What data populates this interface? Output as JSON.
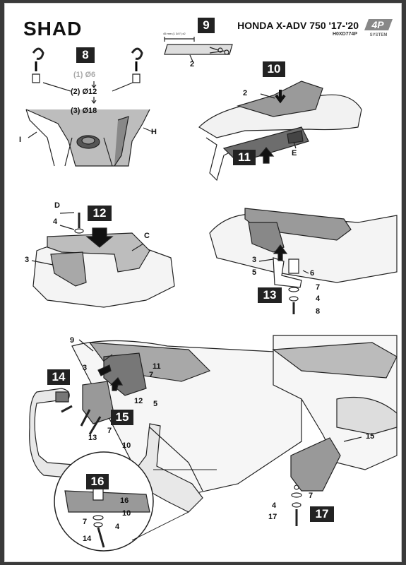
{
  "header": {
    "brand": "SHAD",
    "model": "HONDA X-ADV 750 '17-'20",
    "code": "H0XD774P",
    "badge_main": "4P",
    "badge_sub": "SYSTEM"
  },
  "steps": {
    "s8": "8",
    "s9": "9",
    "s10": "10",
    "s11": "11",
    "s12": "12",
    "s13": "13",
    "s14": "14",
    "s15": "15",
    "s16": "16",
    "s17": "17"
  },
  "step8": {
    "d1": "(1) Ø6",
    "d2": "(2) Ø12",
    "d3": "(3) Ø18",
    "i": "I",
    "h": "H"
  },
  "step9": {
    "note": "45 mm (1 3/4\") x2",
    "part": "2"
  },
  "step10": {
    "part2": "2",
    "e": "E"
  },
  "step12": {
    "d": "D",
    "p4": "4",
    "c": "C",
    "p3": "3"
  },
  "step13": {
    "p3": "3",
    "p5": "5",
    "p6": "6",
    "p7": "7",
    "p4": "4",
    "p8": "8"
  },
  "step14": {
    "p9": "9",
    "p3": "3",
    "p7": "7",
    "p11": "11",
    "p12": "12",
    "p5": "5",
    "p7b": "7",
    "p13": "13",
    "p10": "10"
  },
  "step16": {
    "p16": "16",
    "p10": "10",
    "p7": "7",
    "p4": "4",
    "p14": "14"
  },
  "step17": {
    "p15": "15",
    "p7": "7",
    "p4": "4",
    "p17": "17"
  }
}
